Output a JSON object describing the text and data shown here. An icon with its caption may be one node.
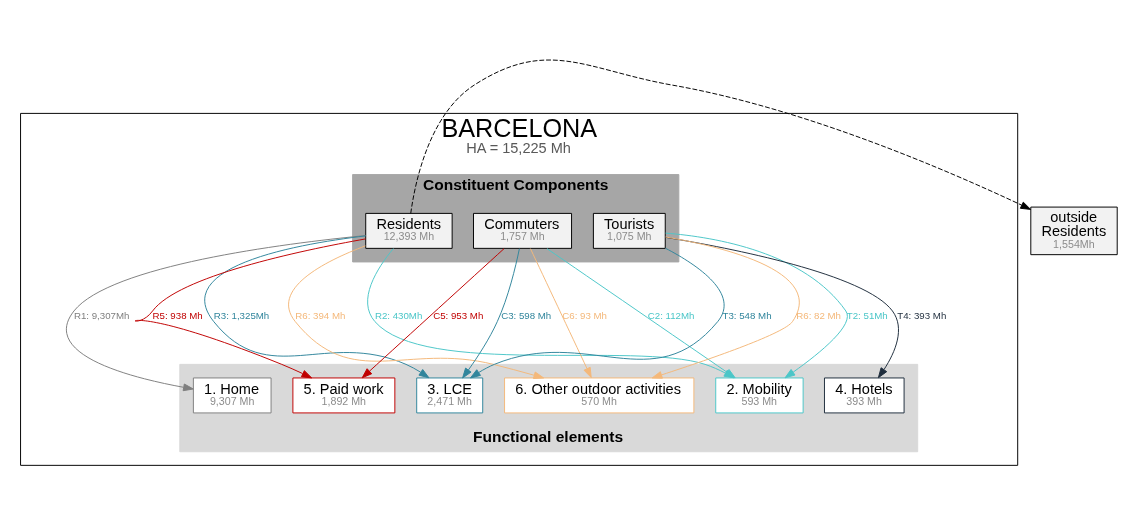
{
  "diagram": {
    "nodes": [
      {
        "text": [
          "BARCELONA",
          "HA = 15,225 Mh"
        ]
      },
      {
        "text": [
          "Constituent Components"
        ],
        "in": 0
      },
      {
        "text": [
          "Residents",
          "12,393 Mh"
        ],
        "in": 1
      },
      {
        "text": [
          "Commuters",
          "1,757 Mh"
        ],
        "in": 1
      },
      {
        "text": [
          "Tourists",
          "1,075 Mh"
        ],
        "in": 1
      },
      {
        "text": [
          "Functional elements"
        ],
        "in": 0
      },
      {
        "text": [
          "1. Home",
          "9,307 Mh"
        ],
        "in": 5
      },
      {
        "text": [
          "2. Mobility",
          "593 Mh"
        ],
        "in": 5
      },
      {
        "text": [
          "3. LCE",
          "2,471 Mh"
        ],
        "in": 5
      },
      {
        "text": [
          "4. Hotels",
          "393 Mh"
        ],
        "in": 5
      },
      {
        "text": [
          "5. Paid work",
          "1,892 Mh"
        ],
        "in": 5
      },
      {
        "text": [
          "6. Other outdoor activities",
          "570 Mh"
        ],
        "in": 5
      },
      {
        "text": [
          "outside",
          "Residents",
          "1,554Mh"
        ]
      }
    ],
    "edges": [
      {
        "from": 2,
        "to": 12,
        "arrow": "to",
        "style": "dashed",
        "color": "#000000"
      },
      {
        "from": 2,
        "to": 6,
        "arrow": "to",
        "label": "R1: 9,307Mh",
        "color": "#7f7f7f"
      },
      {
        "from": 2,
        "to": 7,
        "arrow": "to",
        "label": "R2: 430Mh",
        "color": "#4bc6c8"
      },
      {
        "from": 2,
        "to": 8,
        "arrow": "to",
        "label": "R3: 1,325Mh",
        "color": "#31859c"
      },
      {
        "from": 2,
        "to": 10,
        "arrow": "to",
        "label": "R5: 938 Mh",
        "color": "#c00000"
      },
      {
        "from": 2,
        "to": 11,
        "arrow": "to",
        "label": "R6: 394 Mh",
        "color": "#f4b87a"
      },
      {
        "from": 3,
        "to": 7,
        "arrow": "to",
        "label": "C2: 112Mh",
        "color": "#4bc6c8"
      },
      {
        "from": 3,
        "to": 8,
        "arrow": "to",
        "label": "C3: 598 Mh",
        "color": "#31859c"
      },
      {
        "from": 3,
        "to": 10,
        "arrow": "to",
        "label": "C5: 953 Mh",
        "color": "#c00000"
      },
      {
        "from": 3,
        "to": 11,
        "arrow": "to",
        "label": "C6: 93 Mh",
        "color": "#f4b87a"
      },
      {
        "from": 4,
        "to": 7,
        "arrow": "to",
        "label": "T2: 51Mh",
        "color": "#4bc6c8"
      },
      {
        "from": 4,
        "to": 8,
        "arrow": "to",
        "label": "T3: 548 Mh",
        "color": "#31859c"
      },
      {
        "from": 4,
        "to": 9,
        "arrow": "to",
        "label": "T4: 393 Mh",
        "color": "#1f2d3d"
      },
      {
        "from": 4,
        "to": 11,
        "arrow": "to",
        "label": "R6: 82 Mh",
        "color": "#f4b87a"
      }
    ]
  }
}
